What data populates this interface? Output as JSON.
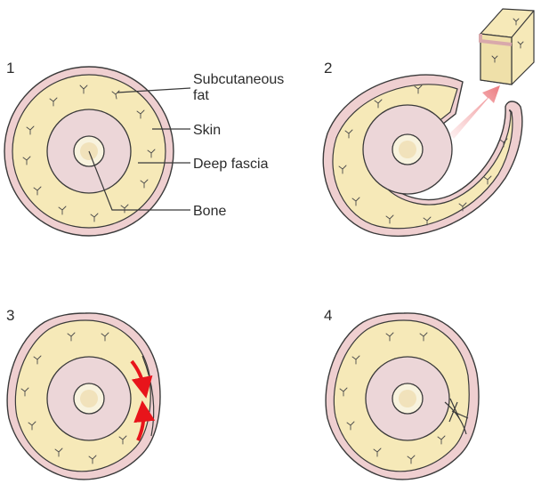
{
  "panels": [
    {
      "number": "1"
    },
    {
      "number": "2"
    },
    {
      "number": "3"
    },
    {
      "number": "4"
    }
  ],
  "labels": {
    "subcutaneous_line1": "Subcutaneous",
    "subcutaneous_line2": "fat",
    "skin": "Skin",
    "deep_fascia": "Deep fascia",
    "bone": "Bone"
  },
  "colors": {
    "skin": "#efcfd0",
    "fat": "#f6e9b8",
    "deep_tissue": "#ecd6d8",
    "bone": "#f8f3de",
    "arrow_red": "#e8141b",
    "arrow_pink": "#f3a3a5"
  }
}
